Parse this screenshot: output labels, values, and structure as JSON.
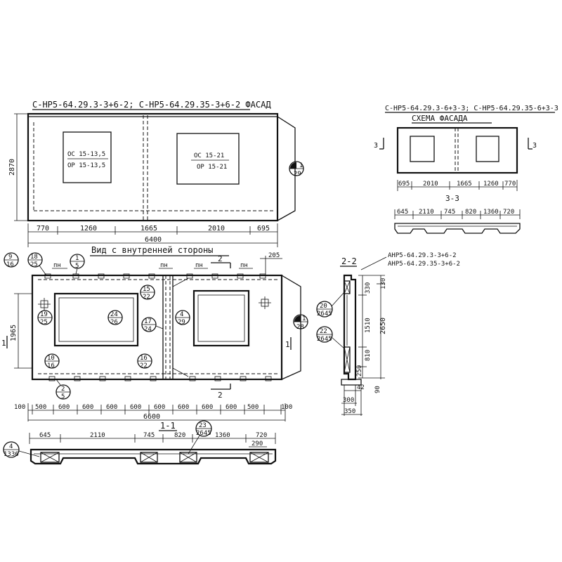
{
  "facade_view": {
    "title": "С-НР5-64.29.3-3+6-2; С-НР5-64.29.35-3+6-2  ФАСАД",
    "height_dim": "2870",
    "opening_left": [
      "ОС 15-13,5",
      "ОР 15-13,5"
    ],
    "opening_right": [
      "ОС 15-21",
      "ОР 15-21"
    ],
    "bottom_dims": [
      "770",
      "1260",
      "1665",
      "2010",
      "695"
    ],
    "total_dim": "6400",
    "section_mark": [
      "1",
      "29"
    ]
  },
  "schema_view": {
    "title": "С-НР5-64.29.3-6+3-3;  С-НР5-64.29.35-6+3-3",
    "subtitle": "СХЕМА  ФАСАДА",
    "section_marks": [
      "3",
      "3"
    ],
    "dims": [
      "695",
      "2010",
      "1665",
      "1260",
      "770"
    ],
    "section_label": "3-3",
    "section_dims": [
      "645",
      "2110",
      "745",
      "820",
      "1360",
      "720"
    ]
  },
  "interior_view": {
    "title": "Вид с внутренней стороны",
    "top_dims": [
      "205"
    ],
    "section_mark_2": "2",
    "pn_labels": [
      "пн",
      "пн",
      "пн",
      "пн"
    ],
    "callouts": [
      {
        "top": "9",
        "bottom": "16"
      },
      {
        "top": "18",
        "bottom": "25"
      },
      {
        "top": "1",
        "bottom": "5"
      },
      {
        "top": "15",
        "bottom": "22"
      },
      {
        "top": "19",
        "bottom": "25"
      },
      {
        "top": "24",
        "bottom": "26"
      },
      {
        "top": "17",
        "bottom": "24"
      },
      {
        "top": "4",
        "bottom": "29"
      },
      {
        "top": "10",
        "bottom": "16"
      },
      {
        "top": "16",
        "bottom": "22"
      },
      {
        "top": "2",
        "bottom": "5"
      },
      {
        "top": "1",
        "bottom": "28"
      }
    ],
    "left_dim": "1965",
    "section_mark_1": "1",
    "bottom_dims": [
      "100",
      "500",
      "600",
      "600",
      "600",
      "600",
      "600",
      "600",
      "600",
      "600",
      "500",
      "100"
    ],
    "total_dim": "6600"
  },
  "section_1_1": {
    "label": "1-1",
    "dims": [
      "645",
      "2110",
      "745",
      "820",
      "1360",
      "720"
    ],
    "small_dim": "290",
    "callouts": [
      {
        "top": "23",
        "bottom": "2645"
      },
      {
        "top": "4",
        "bottom": "1336"
      }
    ]
  },
  "section_2_2": {
    "label": "2-2",
    "notes": [
      "АНР5-64.29.3-3+6-2",
      "АНР5-64.29.35-3+6-2"
    ],
    "right_dims": [
      "330",
      "130",
      "1510",
      "2650",
      "810",
      "250"
    ],
    "bottom_dims": [
      "42",
      "90",
      "300",
      "350"
    ],
    "callouts": [
      {
        "top": "20",
        "bottom": "2645"
      },
      {
        "top": "22",
        "bottom": "2645"
      }
    ]
  }
}
